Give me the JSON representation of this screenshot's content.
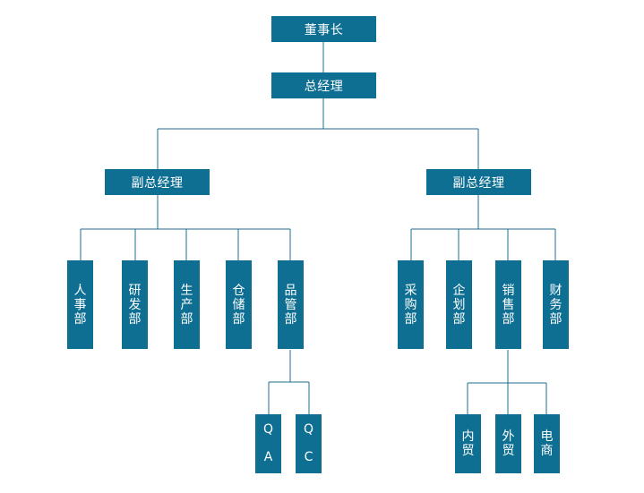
{
  "chairman": "董事长",
  "general_manager": "总经理",
  "left_branch": {
    "deputy": "副总经理",
    "departments": [
      "人事部",
      "研发部",
      "生产部",
      "仓储部",
      "品管部"
    ],
    "qc_children": [
      "QA",
      "QC"
    ]
  },
  "right_branch": {
    "deputy": "副总经理",
    "departments": [
      "采购部",
      "企划部",
      "销售部",
      "财务部"
    ],
    "sales_children": [
      "内贸",
      "外贸",
      "电商"
    ]
  },
  "colors": {
    "box": "#0e6f93",
    "line": "#1b6c8c",
    "text": "#ffffff"
  }
}
